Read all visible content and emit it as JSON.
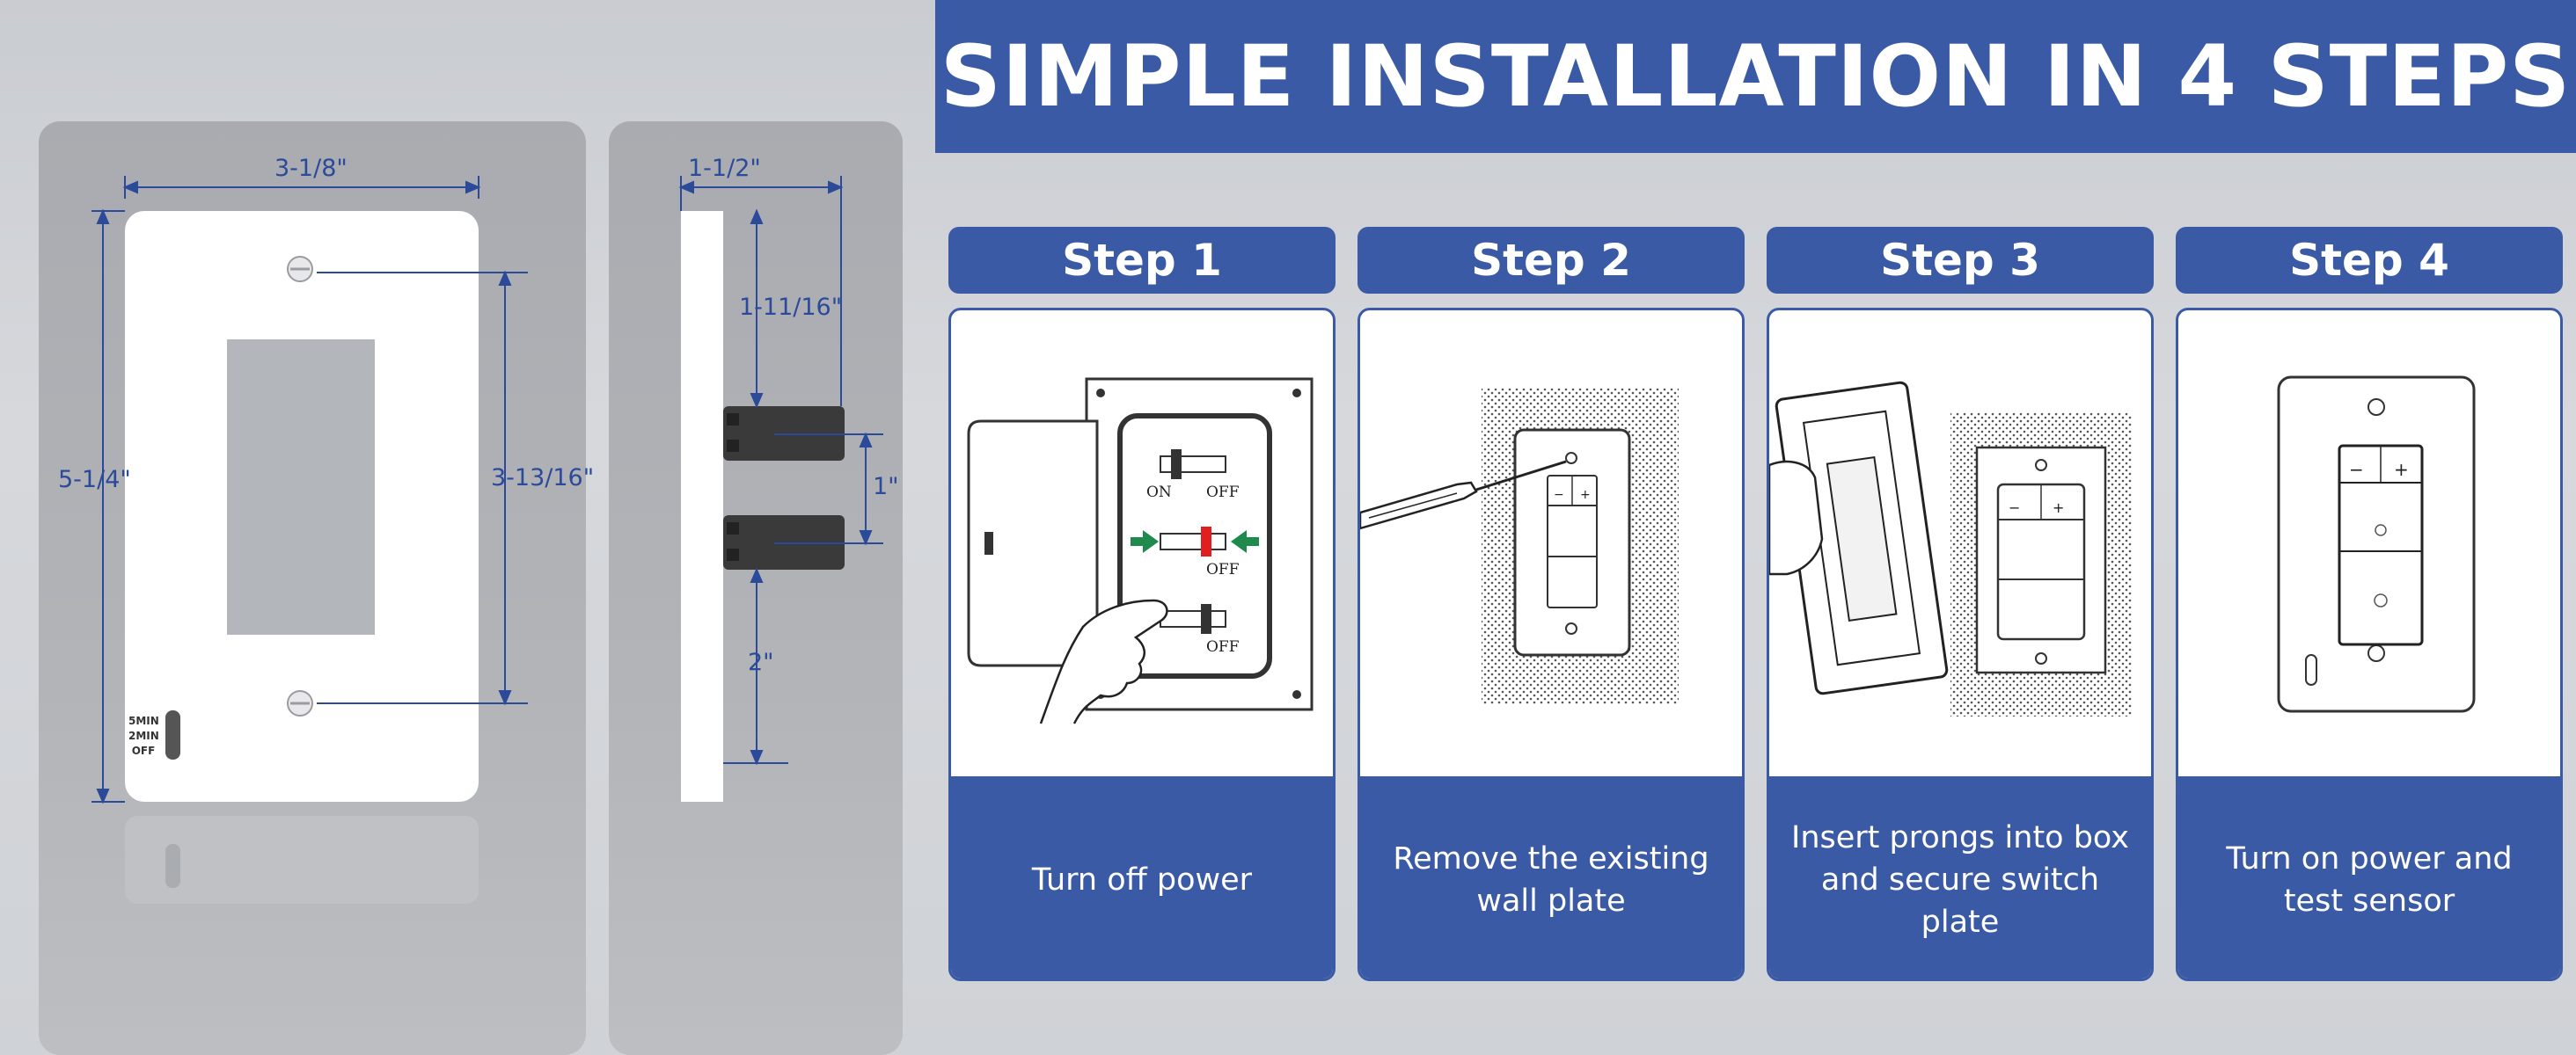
{
  "header": {
    "title": "SIMPLE INSTALLATION IN 4 STEPS"
  },
  "dimensions": {
    "front": {
      "width": "3-1/8\"",
      "height": "5-1/4\"",
      "screw_spacing": "3-13/16\"",
      "switch_labels": [
        "5MIN",
        "2MIN",
        "OFF"
      ]
    },
    "side": {
      "depth": "1-1/2\"",
      "top_to_strap": "1-11/16\"",
      "strap_gap": "1\"",
      "bottom_to_strap": "2\""
    }
  },
  "steps": [
    {
      "label": "Step 1",
      "caption": "Turn off power",
      "breaker_labels": {
        "on": "ON",
        "off": "OFF"
      }
    },
    {
      "label": "Step 2",
      "caption": "Remove the existing wall plate"
    },
    {
      "label": "Step 3",
      "caption": "Insert prongs into box and secure switch plate"
    },
    {
      "label": "Step 4",
      "caption": "Turn on power and test sensor"
    }
  ],
  "colors": {
    "brand_blue": "#3b5aa6",
    "dimension_blue": "#2b4a9a",
    "green_arrow": "#1f8a4c",
    "red_switch": "#e02020"
  }
}
